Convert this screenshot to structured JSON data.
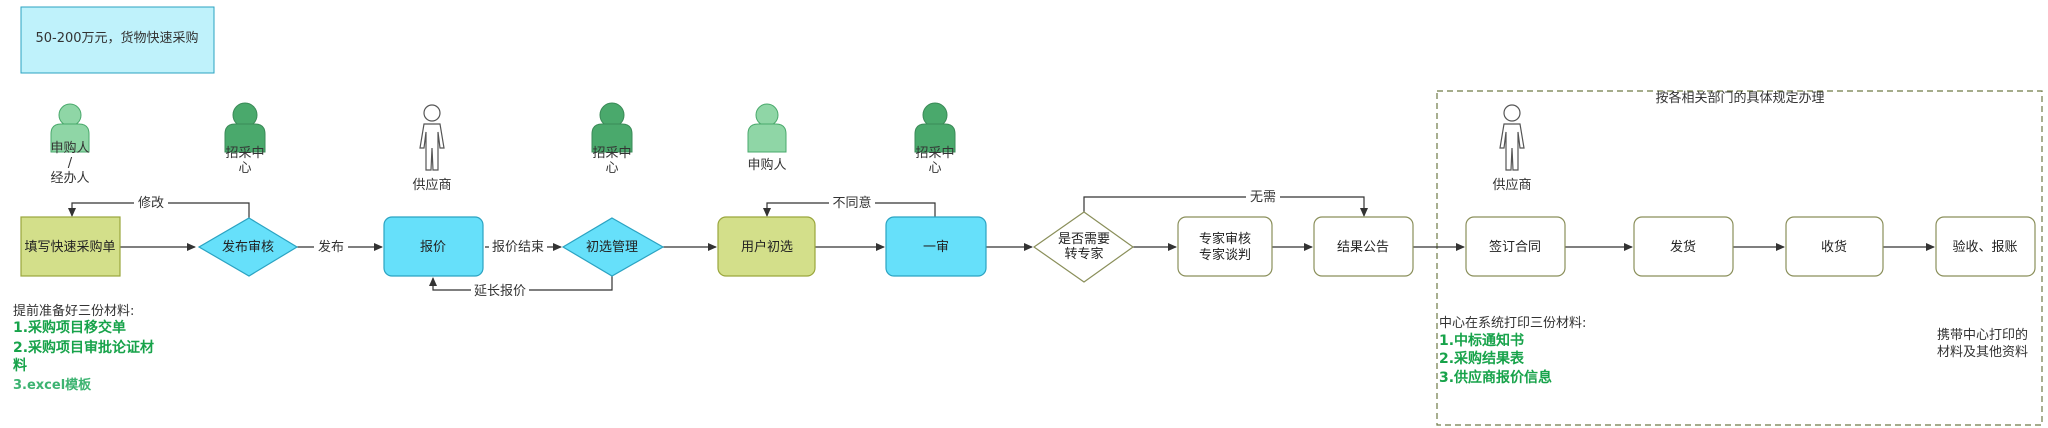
{
  "header": {
    "note": "50-200万元，货物快速采购"
  },
  "actors": {
    "a1": {
      "line1": "申购人",
      "line2": "/",
      "line3": "经办人"
    },
    "a2": {
      "line1": "招采中",
      "line2": "心"
    },
    "a3": {
      "line1": "供应商"
    },
    "a4": {
      "line1": "招采中",
      "line2": "心"
    },
    "a5": {
      "line1": "申购人"
    },
    "a6": {
      "line1": "招采中",
      "line2": "心"
    },
    "a7": {
      "line1": "供应商"
    }
  },
  "nodes": {
    "fill_form": "填写快速采购单",
    "publish_review": "发布审核",
    "quote": "报价",
    "screen_mgmt": "初选管理",
    "user_screen": "用户初选",
    "first_review": "一审",
    "need_expert": {
      "line1": "是否需要",
      "line2": "转专家"
    },
    "expert_review": {
      "line1": "专家审核",
      "line2": "专家谈判"
    },
    "result_notice": "结果公告",
    "sign_contract": "签订合同",
    "ship": "发货",
    "receive": "收货",
    "accept": "验收、报账"
  },
  "edges": {
    "modify": "修改",
    "publish": "发布",
    "quote_end": "报价结束",
    "extend_quote": "延长报价",
    "disagree": "不同意",
    "no_need": "无需"
  },
  "group": {
    "title": "按各相关部门的具体规定办理"
  },
  "notes": {
    "prep_title": "提前准备好三份材料:",
    "prep_items": [
      "1.采购项目移交单",
      "2.采购项目审批论证材",
      "料",
      "3.excel模板"
    ],
    "center_title": "中心在系统打印三份材料:",
    "center_items": [
      "1.中标通知书",
      "2.采购结果表",
      "3.供应商报价信息"
    ],
    "carry_line1": "携带中心打印的",
    "carry_line2": "材料及其他资料"
  },
  "colors": {
    "olive_fill": "#d3df8a",
    "olive_stroke": "#9aa63c",
    "cyan_fill": "#66e0fa",
    "cyan_stroke": "#2ba3c2",
    "actor_light": "#8fd6a6",
    "actor_dark": "#4aa96c",
    "note_fill": "#bff2fb",
    "green_text": "#17a34a"
  }
}
